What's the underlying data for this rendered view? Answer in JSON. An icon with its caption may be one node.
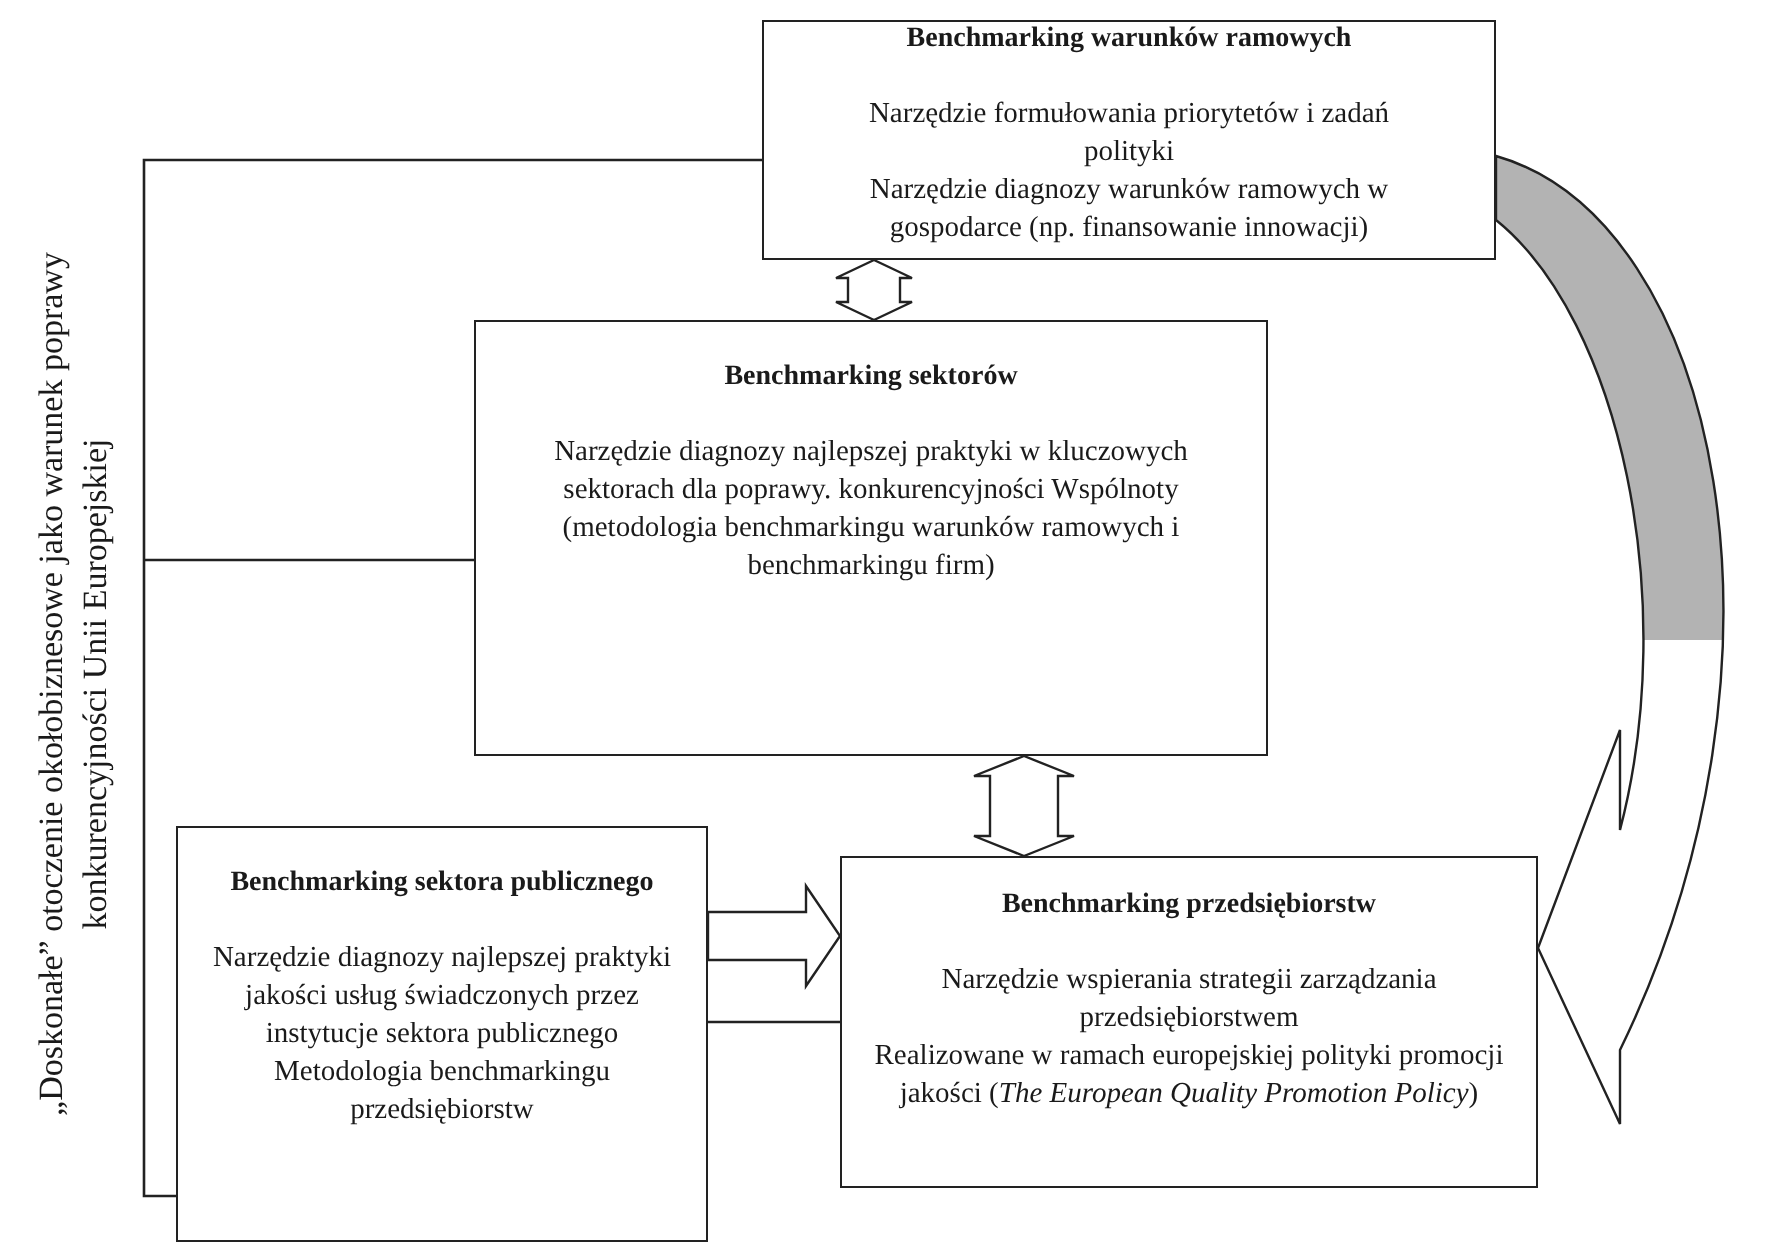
{
  "diagram": {
    "nodes": [
      {
        "text": [
          "Benchmarking warunków ramowych",
          "Narzędzie formułowania priorytetów i zadań polityki",
          "Narzędzie diagnozy warunków ramowych w gospodarce (np. finansowanie innowacji)"
        ]
      },
      {
        "text": [
          "Benchmarking sektorów",
          "Narzędzie diagnozy najlepszej praktyki w kluczowych sektorach dla poprawy. konkurencyjności Wspólnoty",
          "(metodologia benchmarkingu warunków ramowych i benchmarkingu firm)"
        ]
      },
      {
        "text": [
          "Benchmarking sektora publicznego",
          "Narzędzie diagnozy najlepszej praktyki jakości usług świadczonych przez instytucje sektora publicznego",
          "Metodologia benchmarkingu przedsiębiorstw"
        ]
      },
      {
        "text": [
          "Benchmarking przedsiębiorstw",
          "Narzędzie wspierania strategii zarządzania przedsiębiorstwem",
          "Realizowane w ramach europejskiej polityki promocji jakości (*The European Quality Promotion Policy*)"
        ]
      }
    ],
    "edges": [
      {
        "from": 0,
        "to": 1,
        "arrow": "both",
        "style": "thick"
      },
      {
        "from": 1,
        "to": 3,
        "arrow": "both",
        "style": "thick"
      },
      {
        "from": 2,
        "to": 3,
        "arrow": "to",
        "style": "thick"
      },
      {
        "from": 2,
        "to": 3,
        "arrow": "none"
      },
      {
        "from": 0,
        "to": 3,
        "arrow": "to",
        "style": "thick",
        "color": "#b3b3b3"
      }
    ],
    "labels": [
      "„Doskonałe” otoczenie okołobiznesowe jako warunek poprawy konkurencyjności Unii Europejskiej"
    ]
  }
}
